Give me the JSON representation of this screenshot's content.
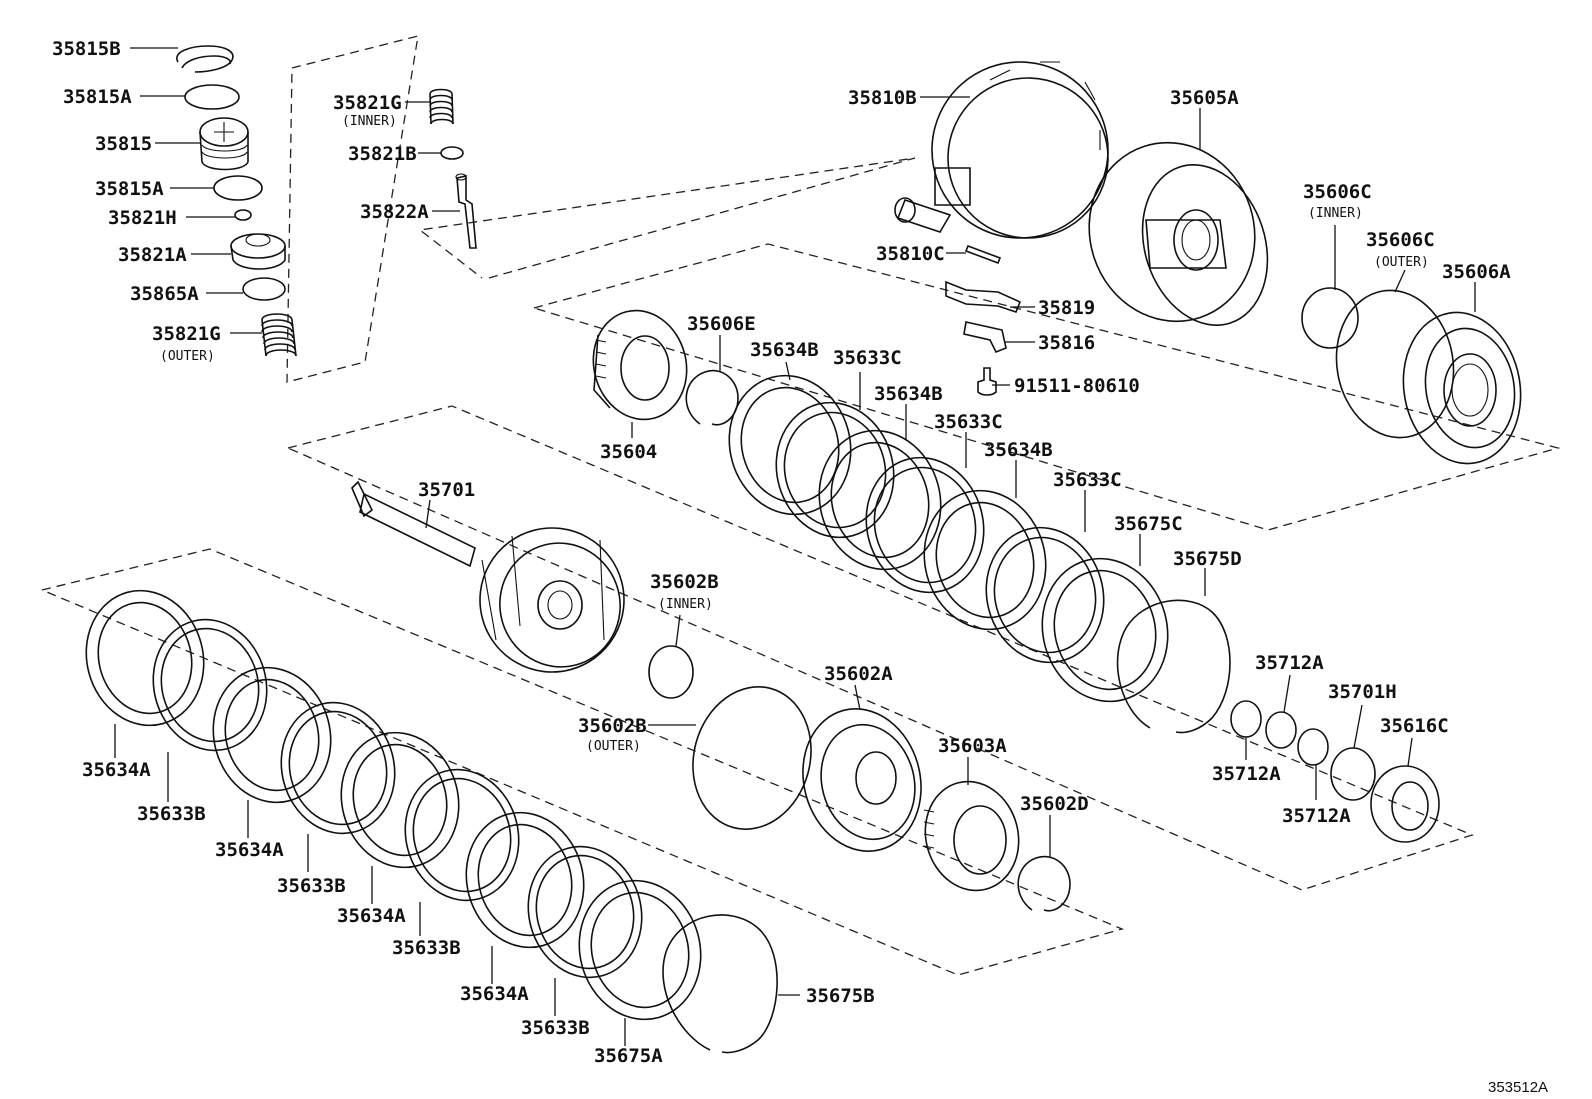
{
  "diagram": {
    "reference": "353512A",
    "parts": [
      {
        "id": "35815B"
      },
      {
        "id": "35815A"
      },
      {
        "id": "35815"
      },
      {
        "id": "35815A"
      },
      {
        "id": "35821H"
      },
      {
        "id": "35821A"
      },
      {
        "id": "35865A"
      },
      {
        "id": "35821G",
        "note": "(OUTER)"
      },
      {
        "id": "35821G",
        "note": "(INNER)"
      },
      {
        "id": "35821B"
      },
      {
        "id": "35822A"
      },
      {
        "id": "35810B"
      },
      {
        "id": "35605A"
      },
      {
        "id": "35606C",
        "note": "(INNER)"
      },
      {
        "id": "35606C",
        "note": "(OUTER)"
      },
      {
        "id": "35606A"
      },
      {
        "id": "35810C"
      },
      {
        "id": "35819"
      },
      {
        "id": "35816"
      },
      {
        "id": "91511-80610"
      },
      {
        "id": "35606E"
      },
      {
        "id": "35604"
      },
      {
        "id": "35634B"
      },
      {
        "id": "35633C"
      },
      {
        "id": "35634B"
      },
      {
        "id": "35633C"
      },
      {
        "id": "35634B"
      },
      {
        "id": "35633C"
      },
      {
        "id": "35675C"
      },
      {
        "id": "35675D"
      },
      {
        "id": "35701"
      },
      {
        "id": "35602B",
        "note": "(INNER)"
      },
      {
        "id": "35602B",
        "note": "(OUTER)"
      },
      {
        "id": "35602A"
      },
      {
        "id": "35603A"
      },
      {
        "id": "35602D"
      },
      {
        "id": "35712A"
      },
      {
        "id": "35701H"
      },
      {
        "id": "35616C"
      },
      {
        "id": "35712A"
      },
      {
        "id": "35712A"
      },
      {
        "id": "35634A"
      },
      {
        "id": "35633B"
      },
      {
        "id": "35634A"
      },
      {
        "id": "35633B"
      },
      {
        "id": "35634A"
      },
      {
        "id": "35633B"
      },
      {
        "id": "35634A"
      },
      {
        "id": "35633B"
      },
      {
        "id": "35675A"
      },
      {
        "id": "35675B"
      }
    ]
  }
}
